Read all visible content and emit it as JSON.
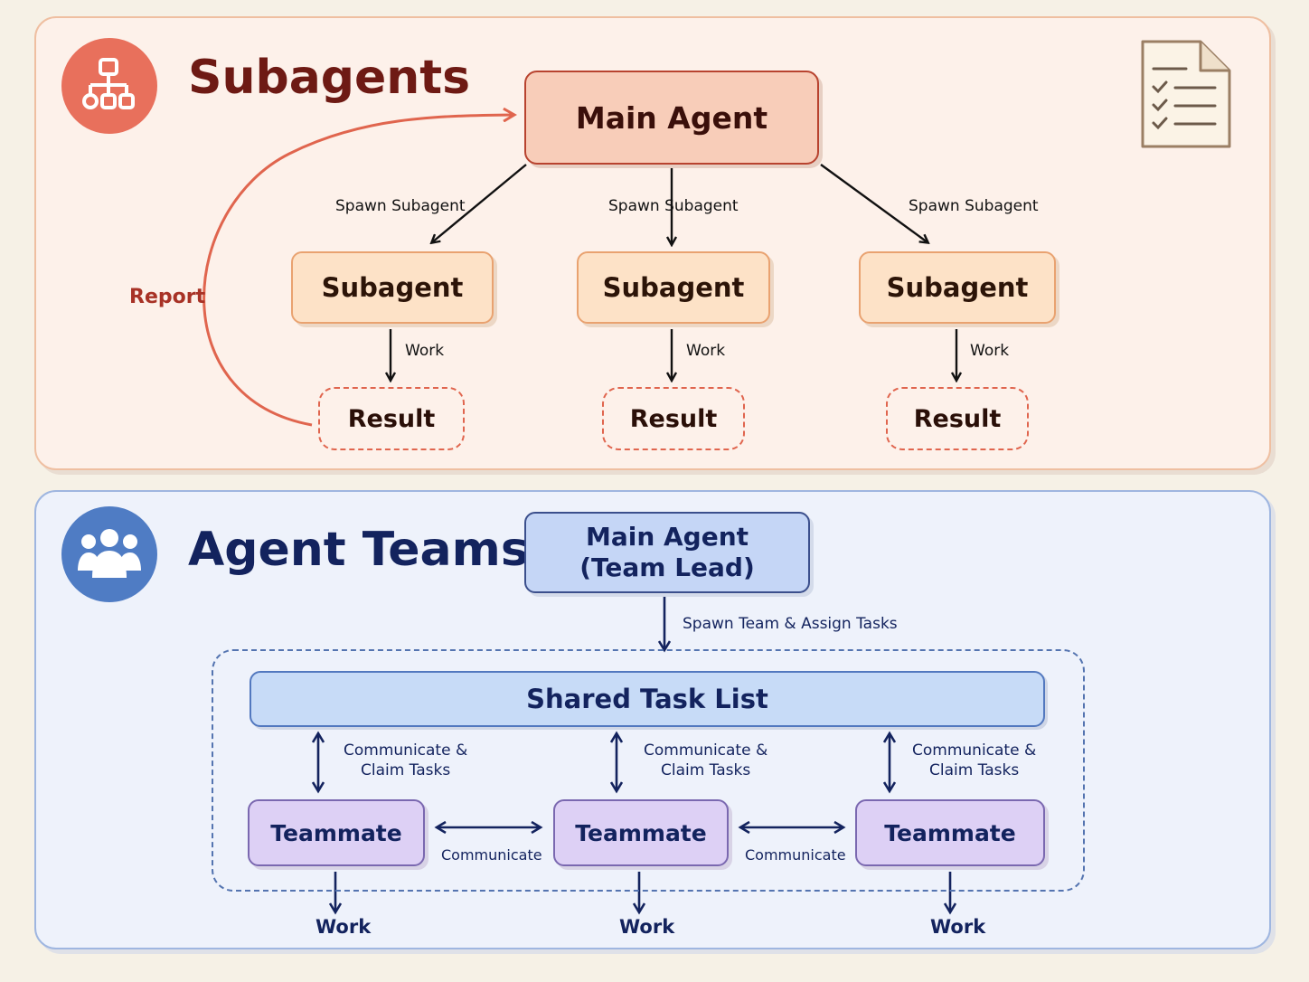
{
  "subagents": {
    "title": "Subagents",
    "icon": "org-chart-icon",
    "main_agent": "Main Agent",
    "spawn_label": "Spawn Subagent",
    "subagent_label": "Subagent",
    "work_label": "Work",
    "result_label": "Result",
    "report_label": "Report",
    "doc_icon": "checklist-document-icon"
  },
  "teams": {
    "title": "Agent Teams",
    "icon": "people-group-icon",
    "lead_line1": "Main Agent",
    "lead_line2": "(Team Lead)",
    "spawn_assign_label": "Spawn Team & Assign Tasks",
    "task_list_label": "Shared Task List",
    "claim_line1": "Communicate &",
    "claim_line2": "Claim Tasks",
    "teammate_label": "Teammate",
    "communicate_label": "Communicate",
    "work_label": "Work"
  },
  "colors": {
    "subagents_accent": "#e8705c",
    "teams_accent": "#4f7cc4"
  }
}
